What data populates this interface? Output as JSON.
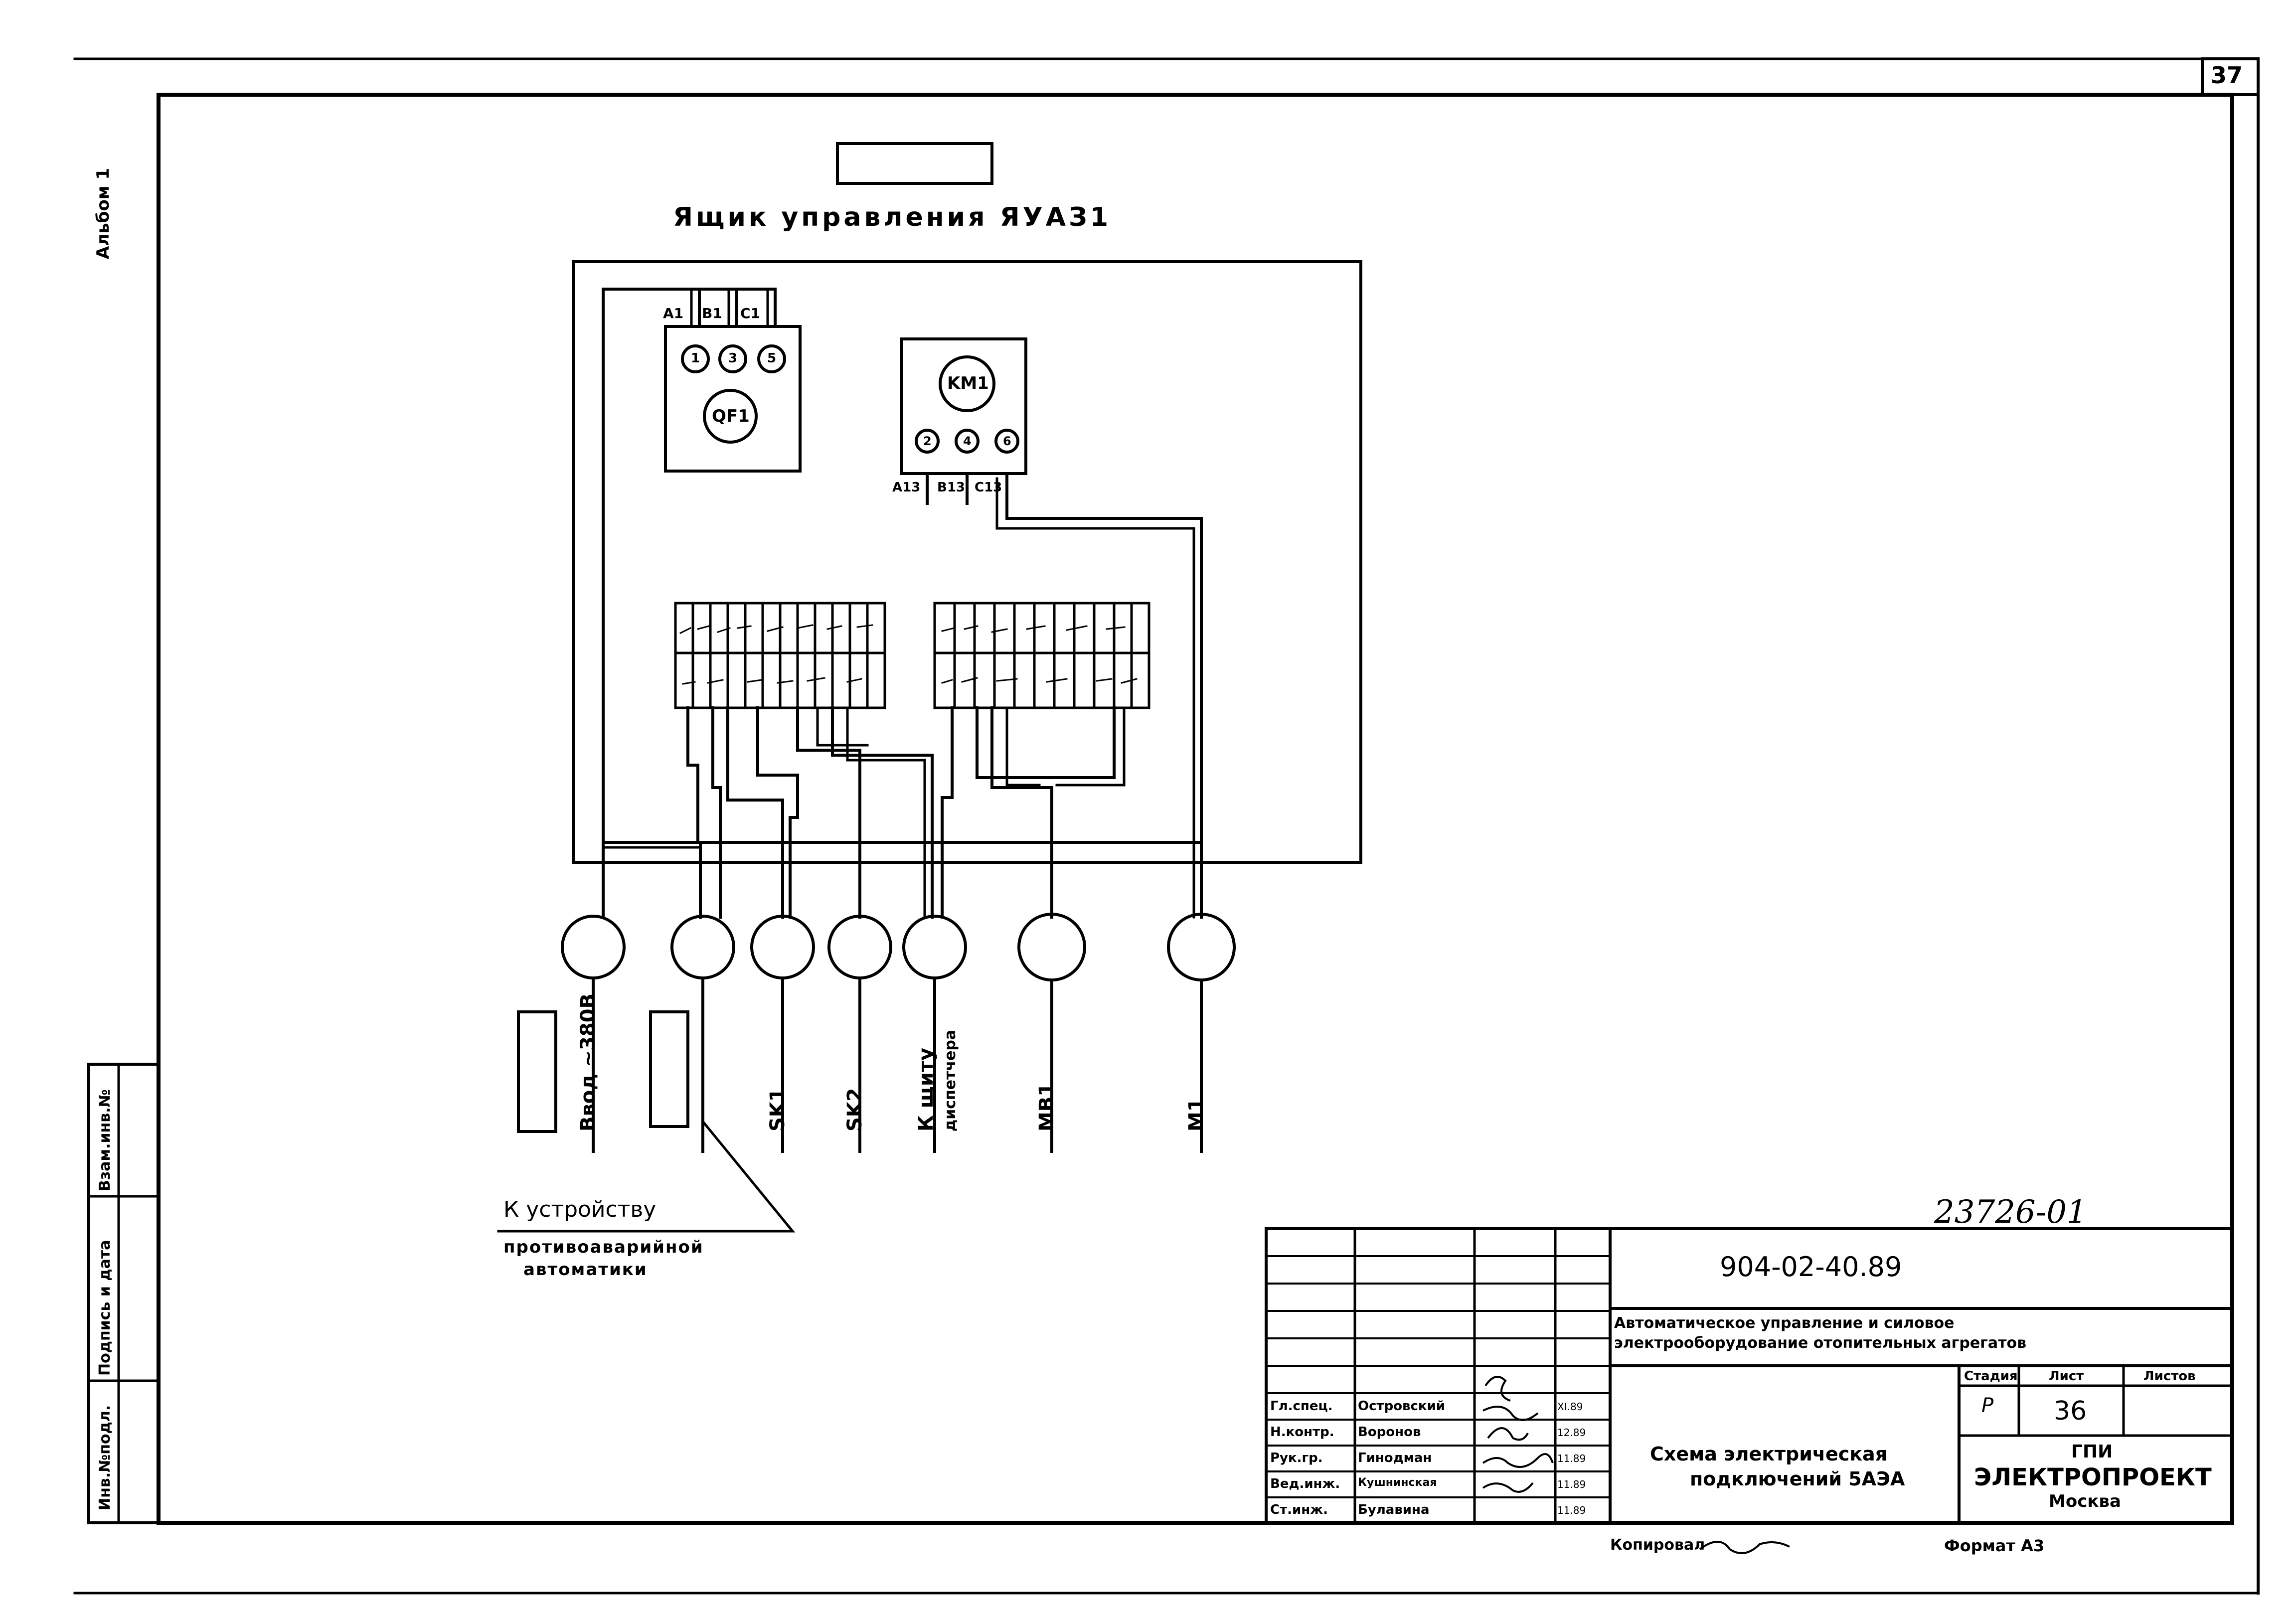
{
  "sheet_corner_number": "37",
  "album_label": "Альбом 1",
  "cabinet_title": "Ящик управления ЯУАЗ1",
  "breaker": {
    "label": "QF1",
    "phase_labels": [
      "A1",
      "B1",
      "C1"
    ],
    "terminals": [
      "1",
      "3",
      "5"
    ]
  },
  "contactor": {
    "label": "KM1",
    "terminals": [
      "2",
      "4",
      "6"
    ],
    "out_labels": [
      "A13",
      "B13",
      "C13"
    ]
  },
  "cables": [
    {
      "id": "vvod",
      "label": "Ввод ~380В"
    },
    {
      "id": "blank",
      "label": ""
    },
    {
      "id": "sk1",
      "label": "SK1"
    },
    {
      "id": "sk2",
      "label": "SK2"
    },
    {
      "id": "k_schitu",
      "label": "К щиту",
      "sub": "диспетчера"
    },
    {
      "id": "mb1",
      "label": "MB1"
    },
    {
      "id": "m1",
      "label": "M1"
    }
  ],
  "device_note": {
    "line1": "К устройству",
    "line2": "противоаварийной",
    "line3": "автоматики"
  },
  "left_stamp": {
    "col1": "Инв.№подл.",
    "col2": "Подпись и дата",
    "col3": "Взам.инв.№"
  },
  "handwritten_number": "23726-01",
  "title_block": {
    "doc_code": "904-02-40.89",
    "project_title_1": "Автоматическое управление и силовое",
    "project_title_2": "электрооборудование отопительных агрегатов",
    "stage_header": "Стадия",
    "sheet_header": "Лист",
    "sheets_header": "Листов",
    "stage": "Р",
    "sheet": "36",
    "sheets": "",
    "drawing_title_1": "Схема электрическая",
    "drawing_title_2": "подключений 5АЭА",
    "org_1": "ГПИ",
    "org_2": "ЭЛЕКТРОПРОЕКТ",
    "org_3": "Москва",
    "roles": [
      {
        "role": "Гл.спец.",
        "name": "Островский",
        "date": "XI.89"
      },
      {
        "role": "Н.контр.",
        "name": "Воронов",
        "date": "12.89"
      },
      {
        "role": "Рук.гр.",
        "name": "Гинодман",
        "date": "11.89"
      },
      {
        "role": "Вед.инж.",
        "name": "Кушнинская",
        "date": "11.89"
      },
      {
        "role": "Ст.инж.",
        "name": "Булавина",
        "date": "11.89"
      }
    ]
  },
  "copied_label": "Копировал",
  "format_label": "Формат А3"
}
